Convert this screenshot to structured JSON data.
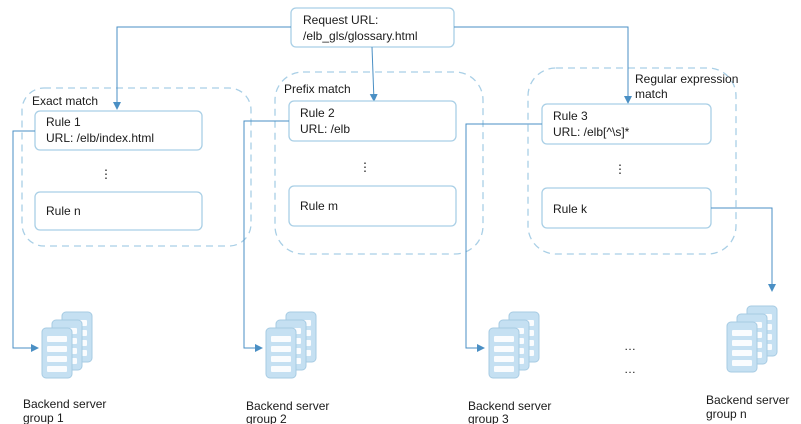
{
  "request": {
    "line1": "Request URL:",
    "line2": "/elb_gls/glossary.html"
  },
  "groups": [
    {
      "title": "Exact match",
      "top_rule": {
        "name": "Rule 1",
        "url": "URL: /elb/index.html"
      },
      "bottom_rule": "Rule n"
    },
    {
      "title": "Prefix match",
      "top_rule": {
        "name": "Rule 2",
        "url": "URL: /elb"
      },
      "bottom_rule": "Rule m"
    },
    {
      "title_line1": "Regular expression",
      "title_line2": "match",
      "top_rule": {
        "name": "Rule 3",
        "url": "URL: /elb[^\\s]*"
      },
      "bottom_rule": "Rule k"
    }
  ],
  "backends": [
    {
      "line1": "Backend server",
      "line2": "group 1"
    },
    {
      "line1": "Backend server",
      "line2": "group 2"
    },
    {
      "line1": "Backend server",
      "line2": "group 3"
    },
    {
      "line1": "Backend server",
      "line2": "group n"
    }
  ],
  "ellipsis": "⋮",
  "colors": {
    "line": "#4a8fc4",
    "box_border": "#a9cfe6",
    "dashed_border": "#a9cfe6",
    "server_fill": "#c5e0f2",
    "server_front": "#dcedf8",
    "server_edge": "#a7cbe3"
  },
  "icons": {
    "server": "server-stack-icon"
  }
}
